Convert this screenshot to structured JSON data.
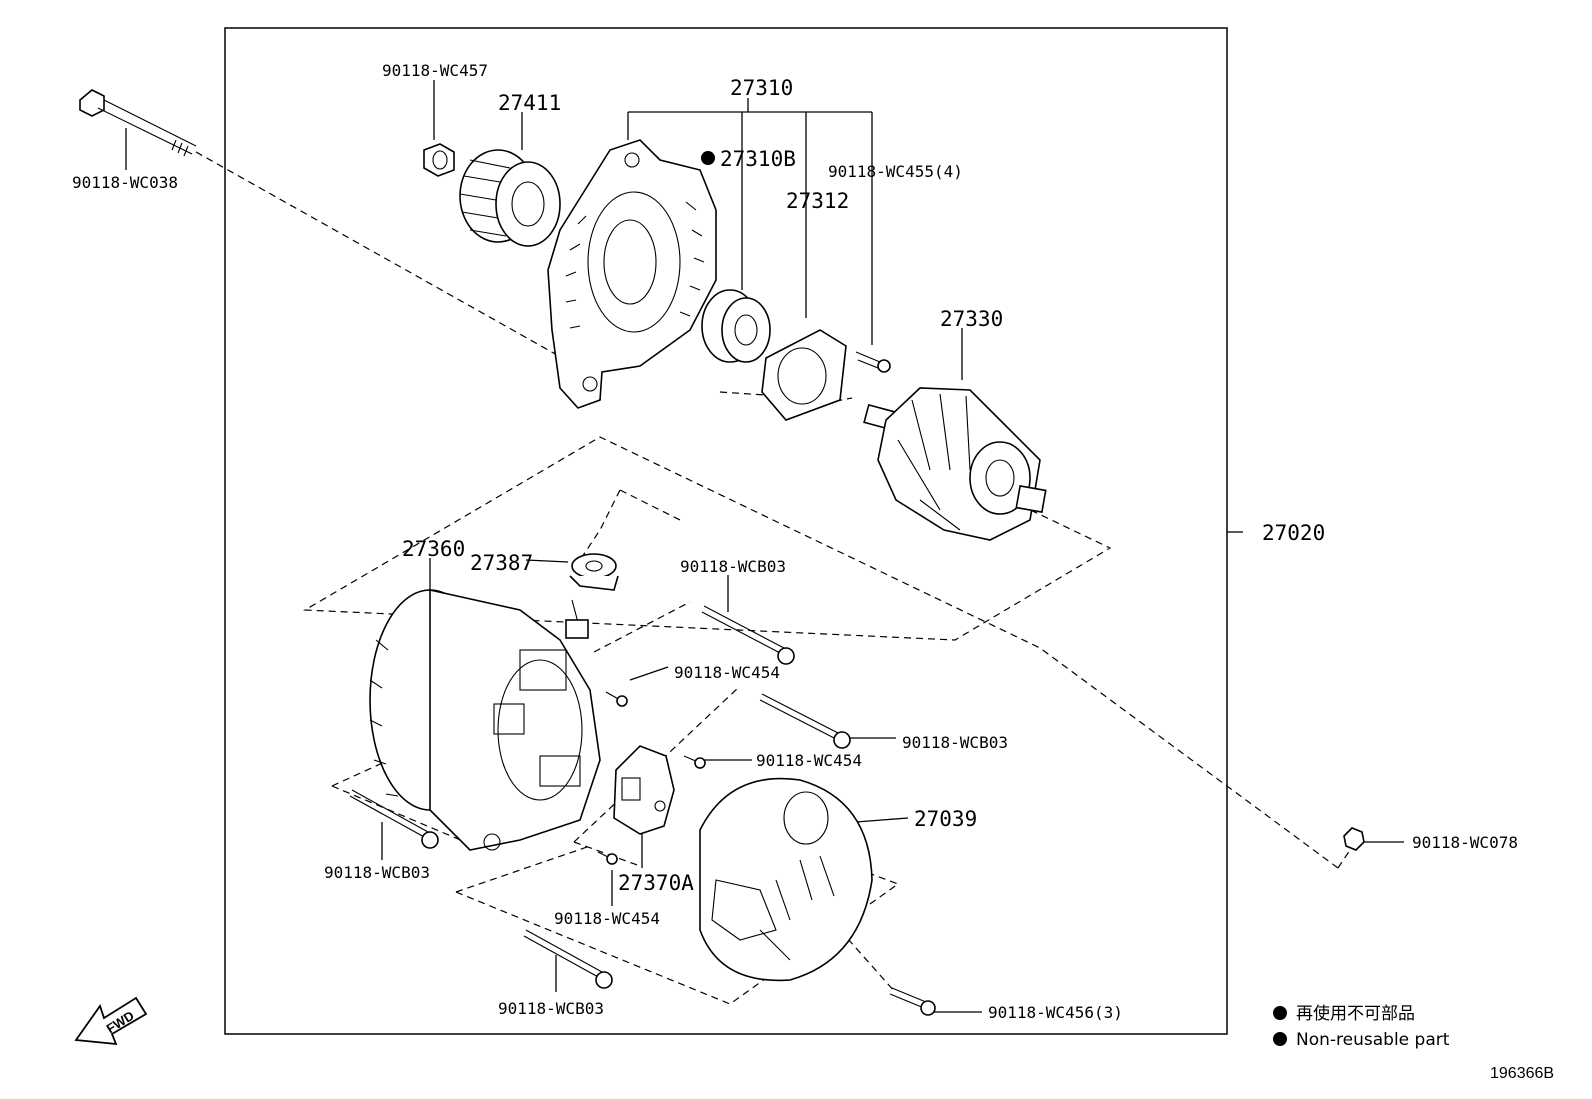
{
  "labels": {
    "p27310": "27310",
    "p27411": "27411",
    "p90118_wc457": "90118-WC457",
    "p27310b": "27310B",
    "p90118_wc455": "90118-WC455(4)",
    "p27312": "27312",
    "p90118_wc038": "90118-WC038",
    "p27330": "27330",
    "p27020": "27020",
    "p27360": "27360",
    "p27387": "27387",
    "p90118_wcb03_a": "90118-WCB03",
    "p90118_wc454_a": "90118-WC454",
    "p90118_wcb03_b": "90118-WCB03",
    "p90118_wc454_b": "90118-WC454",
    "p27039": "27039",
    "p90118_wc078": "90118-WC078",
    "p90118_wcb03_c": "90118-WCB03",
    "p27370a": "27370A",
    "p90118_wc454_c": "90118-WC454",
    "p90118_wcb03_d": "90118-WCB03",
    "p90118_wc456": "90118-WC456(3)"
  },
  "legend": {
    "line1": "再使用不可部品",
    "line2": "Non-reusable part"
  },
  "diagram_code": "196366B",
  "fwd_label": "FWD"
}
